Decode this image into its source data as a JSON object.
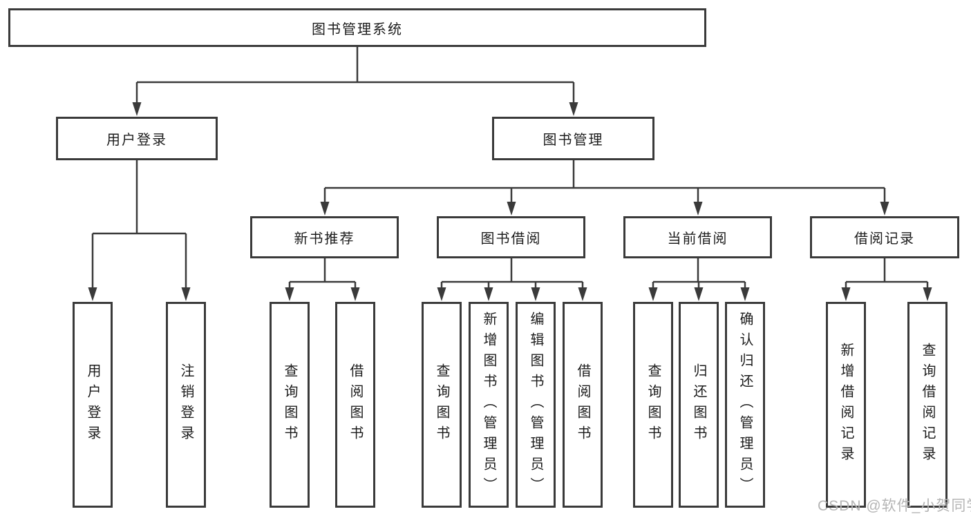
{
  "diagram": {
    "watermark": "CSDN @软件_小贺同学",
    "colors": {
      "line": "#3a3a3a",
      "box_border": "#3a3a3a",
      "box_fill": "#ffffff",
      "text": "#1c1c1c",
      "watermark": "#b5b5b5",
      "background": "#ffffff"
    },
    "tree": {
      "label": "图书管理系统",
      "children": [
        {
          "label": "用户登录",
          "children": [
            {
              "label": "用户登录"
            },
            {
              "label": "注销登录"
            }
          ]
        },
        {
          "label": "图书管理",
          "children": [
            {
              "label": "新书推荐",
              "children": [
                {
                  "label": "查询图书"
                },
                {
                  "label": "借阅图书"
                }
              ]
            },
            {
              "label": "图书借阅",
              "children": [
                {
                  "label": "查询图书"
                },
                {
                  "label": "新增图书（管理员）"
                },
                {
                  "label": "编辑图书（管理员）"
                },
                {
                  "label": "借阅图书"
                }
              ]
            },
            {
              "label": "当前借阅",
              "children": [
                {
                  "label": "查询图书"
                },
                {
                  "label": "归还图书"
                },
                {
                  "label": "确认归还（管理员）"
                }
              ]
            },
            {
              "label": "借阅记录",
              "children": [
                {
                  "label": "新增借阅记录"
                },
                {
                  "label": "查询借阅记录"
                }
              ]
            }
          ]
        }
      ]
    }
  }
}
